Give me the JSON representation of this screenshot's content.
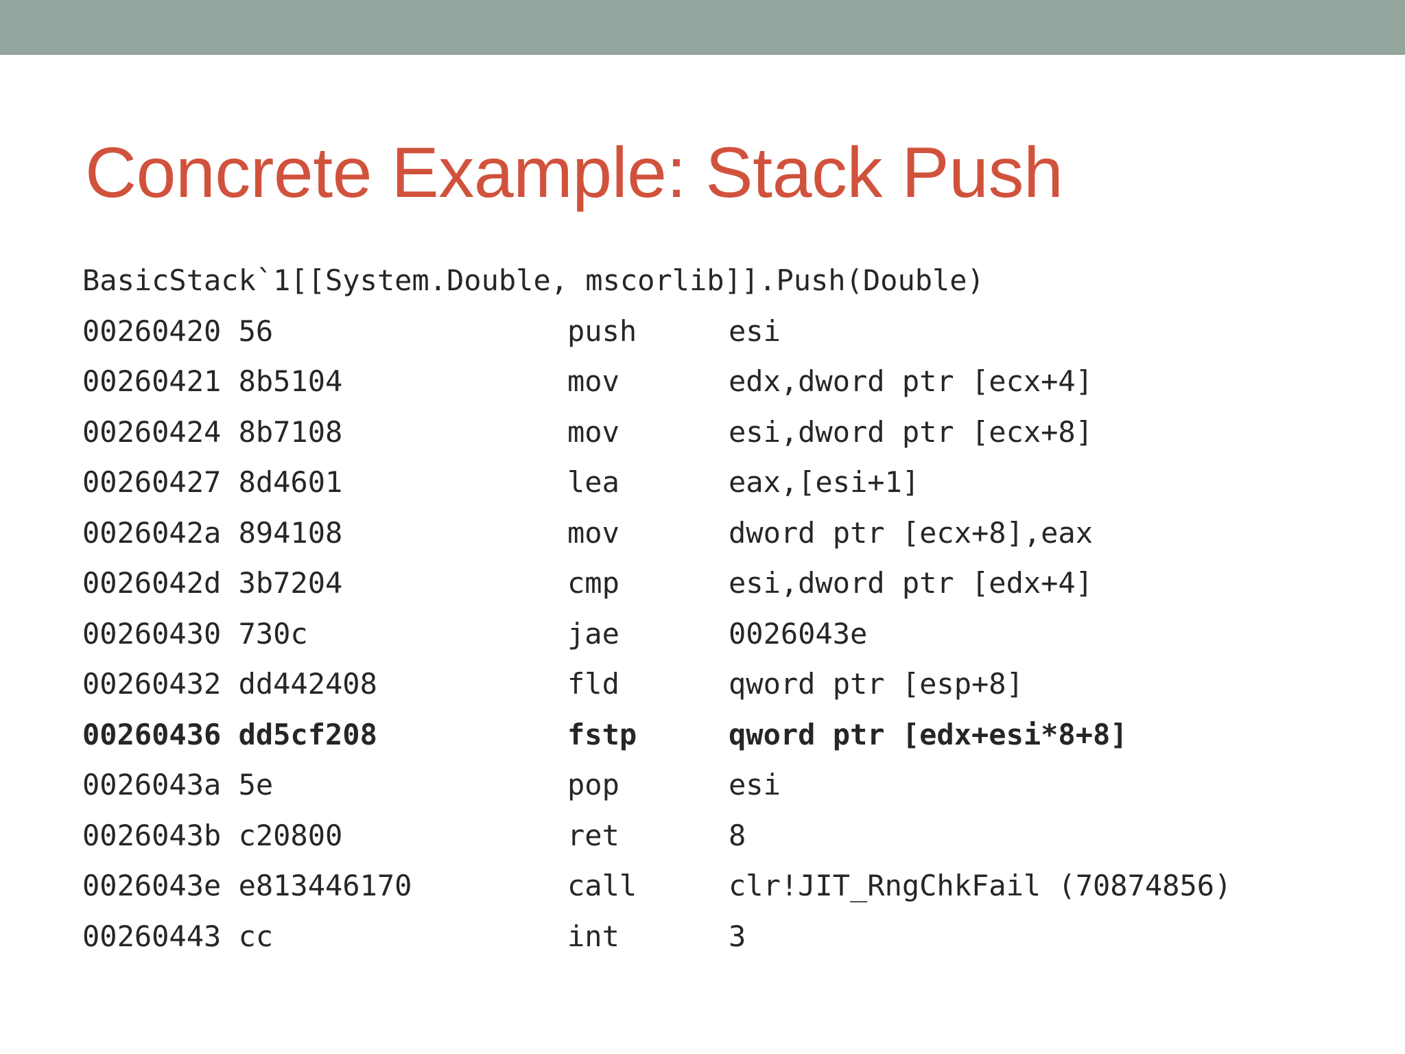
{
  "slide": {
    "title": "Concrete Example: Stack Push",
    "band_color": "#93a59d",
    "title_color": "#d1523c",
    "background_color": "#ffffff",
    "code_color": "#262626"
  },
  "code": {
    "signature": "BasicStack`1[[System.Double, mscorlib]].Push(Double)",
    "lines": [
      {
        "address": "00260420 56",
        "mnemonic": "push",
        "operands": "esi",
        "bold": false
      },
      {
        "address": "00260421 8b5104",
        "mnemonic": "mov",
        "operands": "edx,dword ptr [ecx+4]",
        "bold": false
      },
      {
        "address": "00260424 8b7108",
        "mnemonic": "mov",
        "operands": "esi,dword ptr [ecx+8]",
        "bold": false
      },
      {
        "address": "00260427 8d4601",
        "mnemonic": "lea",
        "operands": "eax,[esi+1]",
        "bold": false
      },
      {
        "address": "0026042a 894108",
        "mnemonic": "mov",
        "operands": "dword ptr [ecx+8],eax",
        "bold": false
      },
      {
        "address": "0026042d 3b7204",
        "mnemonic": "cmp",
        "operands": "esi,dword ptr [edx+4]",
        "bold": false
      },
      {
        "address": "00260430 730c",
        "mnemonic": "jae",
        "operands": "0026043e",
        "bold": false
      },
      {
        "address": "00260432 dd442408",
        "mnemonic": "fld",
        "operands": "qword ptr [esp+8]",
        "bold": false
      },
      {
        "address": "00260436 dd5cf208",
        "mnemonic": "fstp",
        "operands": "qword ptr [edx+esi*8+8]",
        "bold": true
      },
      {
        "address": "0026043a 5e",
        "mnemonic": "pop",
        "operands": "esi",
        "bold": false
      },
      {
        "address": "0026043b c20800",
        "mnemonic": "ret",
        "operands": "8",
        "bold": false
      },
      {
        "address": "0026043e e813446170",
        "mnemonic": "call",
        "operands": "clr!JIT_RngChkFail (70874856)",
        "bold": false
      },
      {
        "address": "00260443 cc",
        "mnemonic": "int",
        "operands": "3",
        "bold": false
      }
    ]
  }
}
